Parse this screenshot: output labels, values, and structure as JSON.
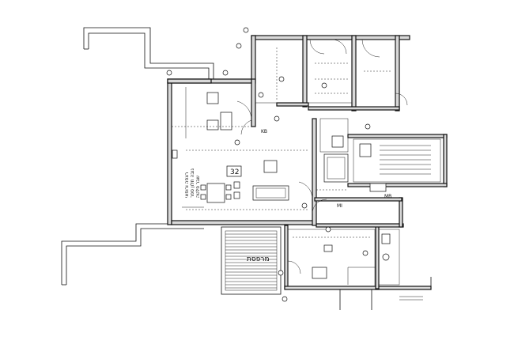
{
  "plan": {
    "room_number_label": "32",
    "terrace_label": "מרפסת",
    "side_note_lines": [
      "רצפה ורופאי",
      "גובה חלון ספר",
      "שבר פלטה"
    ],
    "stair_label": "MB",
    "small_tag_1": "KB",
    "small_tag_2": "MI"
  },
  "colors": {
    "ink": "#111111",
    "wall_fill": "#d9d9d9",
    "paper": "#ffffff"
  }
}
